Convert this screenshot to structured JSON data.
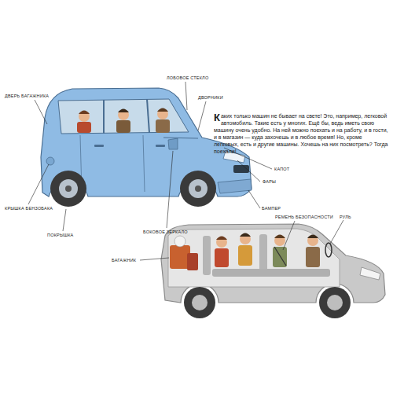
{
  "diagram": {
    "labels": [
      "ЛОБОВОЕ СТЕКЛО",
      "ДВОРНИКИ",
      "ДВЕРЬ БАГАЖНИКА",
      "Каких только машин не бывает на свете! Это, например, легковой автомобиль. Такие есть у многих. Ещё бы, ведь иметь свою машину очень удобно. На ней можно поехать и на работу, и в гости, и в магазин — куда захочешь и в любое время! Но, кроме легковых, есть и другие машины. Хочешь на них посмотреть? Тогда поехали!",
      "КАПОТ",
      "ФАРЫ",
      "БАМПЕР",
      "КРЫШКА БЕНЗОБАКА",
      "БОКОВОЕ ЗЕРКАЛО",
      "ПОКРЫШКА",
      "РЕМЕНЬ БЕЗОПАСНОСТИ",
      "РУЛЬ",
      "БАГАЖНИК"
    ]
  }
}
